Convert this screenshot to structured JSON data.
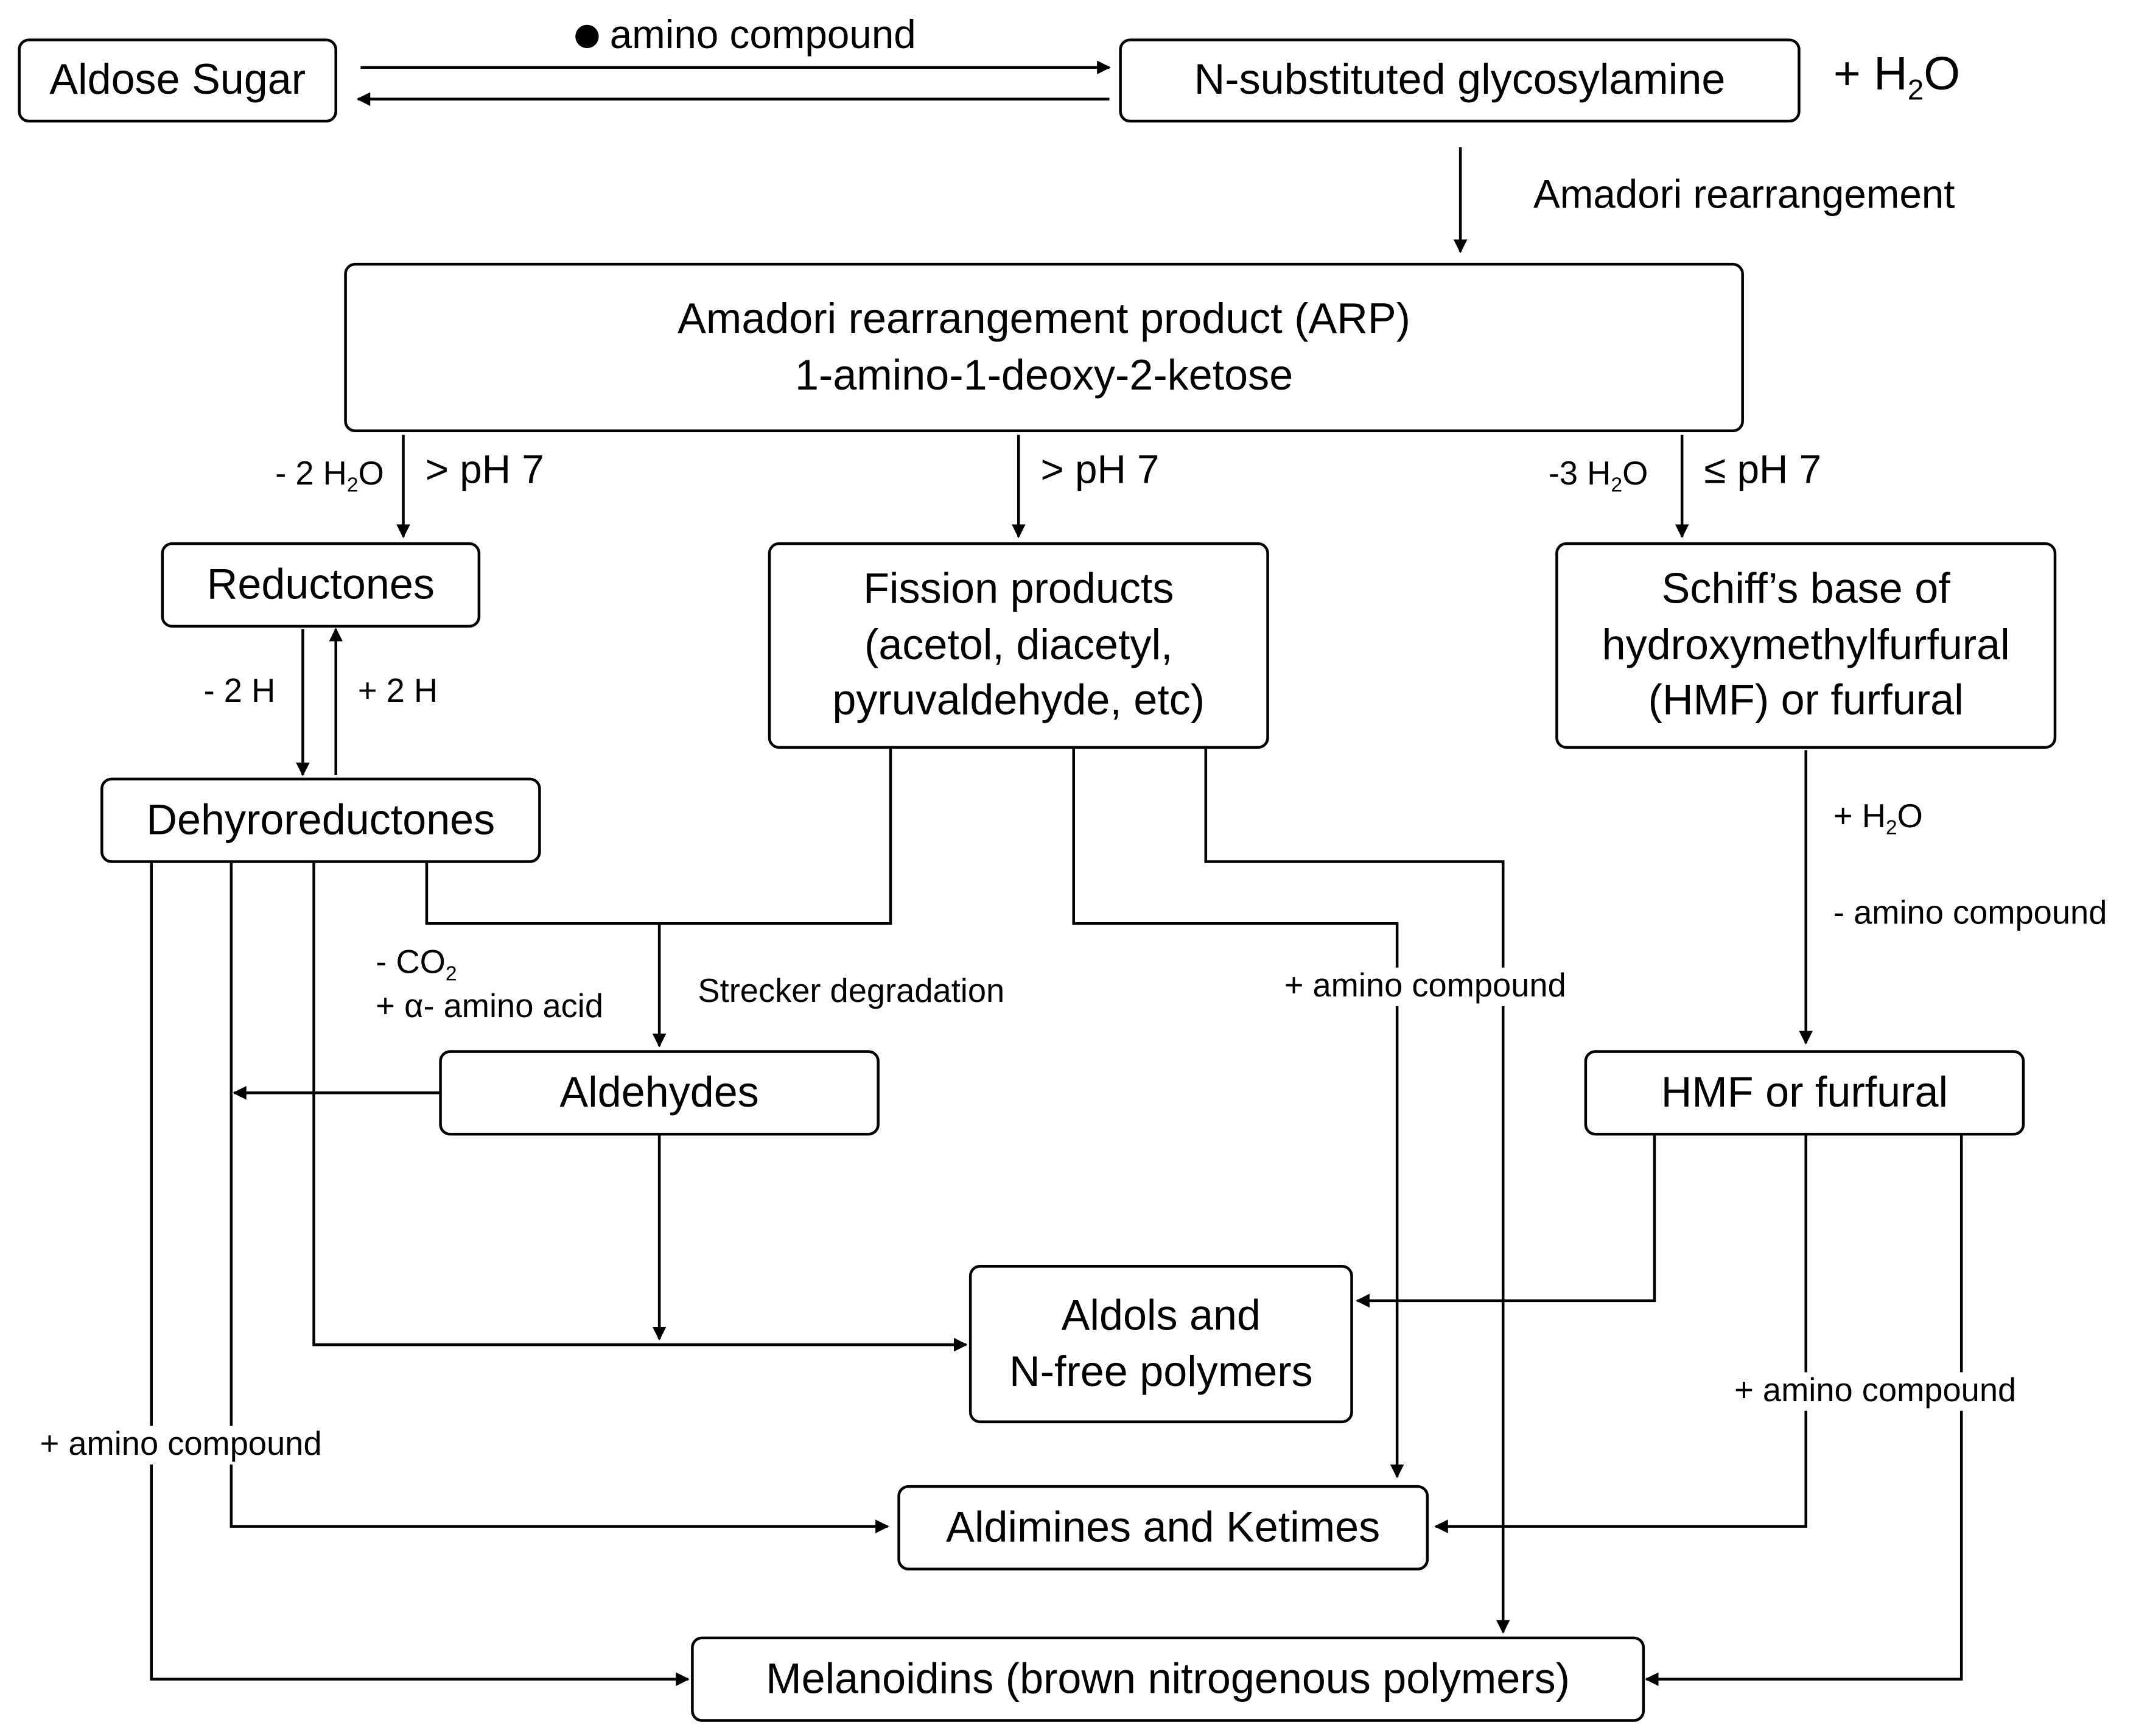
{
  "nodes": {
    "aldose": "Aldose Sugar",
    "glycosylamine": "N-substituted glycosylamine",
    "arp_line1": "Amadori rearrangement product (ARP)",
    "arp_line2": "1-amino-1-deoxy-2-ketose",
    "reductones": "Reductones",
    "fission_line1": "Fission products",
    "fission_line2": "(acetol, diacetyl,",
    "fission_line3": "pyruvaldehyde, etc)",
    "schiff_line1": "Schiff’s base of",
    "schiff_line2": "hydroxymethylfurfural",
    "schiff_line3": "(HMF) or furfural",
    "dehydroreductones": "Dehyroreductones",
    "aldehydes": "Aldehydes",
    "hmf": "HMF or furfural",
    "aldols_line1": "Aldols and",
    "aldols_line2": "N-free polymers",
    "aldimines": "Aldimines and Ketimes",
    "melanoidins": "Melanoidins (brown nitrogenous polymers)"
  },
  "labels": {
    "amino_top": "amino compound",
    "water_plus": "+ H",
    "water_sub": "2",
    "water_o": "O",
    "amadori": "Amadori rearrangement",
    "left_water_pre": "- 2 H",
    "left_water_sub": "2",
    "left_water_o": "O",
    "left_ph": "> pH 7",
    "mid_ph": "> pH 7",
    "right_water_pre": "-3 H",
    "right_water_sub": "2",
    "right_water_o": "O",
    "right_ph": "≤ pH 7",
    "minus_2h": "- 2 H",
    "plus_2h": "+ 2 H",
    "co2_pre": "- CO",
    "co2_sub": "2",
    "alpha_amino": "+ α- amino acid",
    "strecker": "Strecker degradation",
    "amino_center": "+ amino compound",
    "h2o_right_pre": "+ H",
    "h2o_right_sub": "2",
    "h2o_right_o": "O",
    "minus_amino": "- amino compound",
    "amino_left_bottom": "+ amino compound",
    "amino_right_bottom": "+ amino compound"
  }
}
